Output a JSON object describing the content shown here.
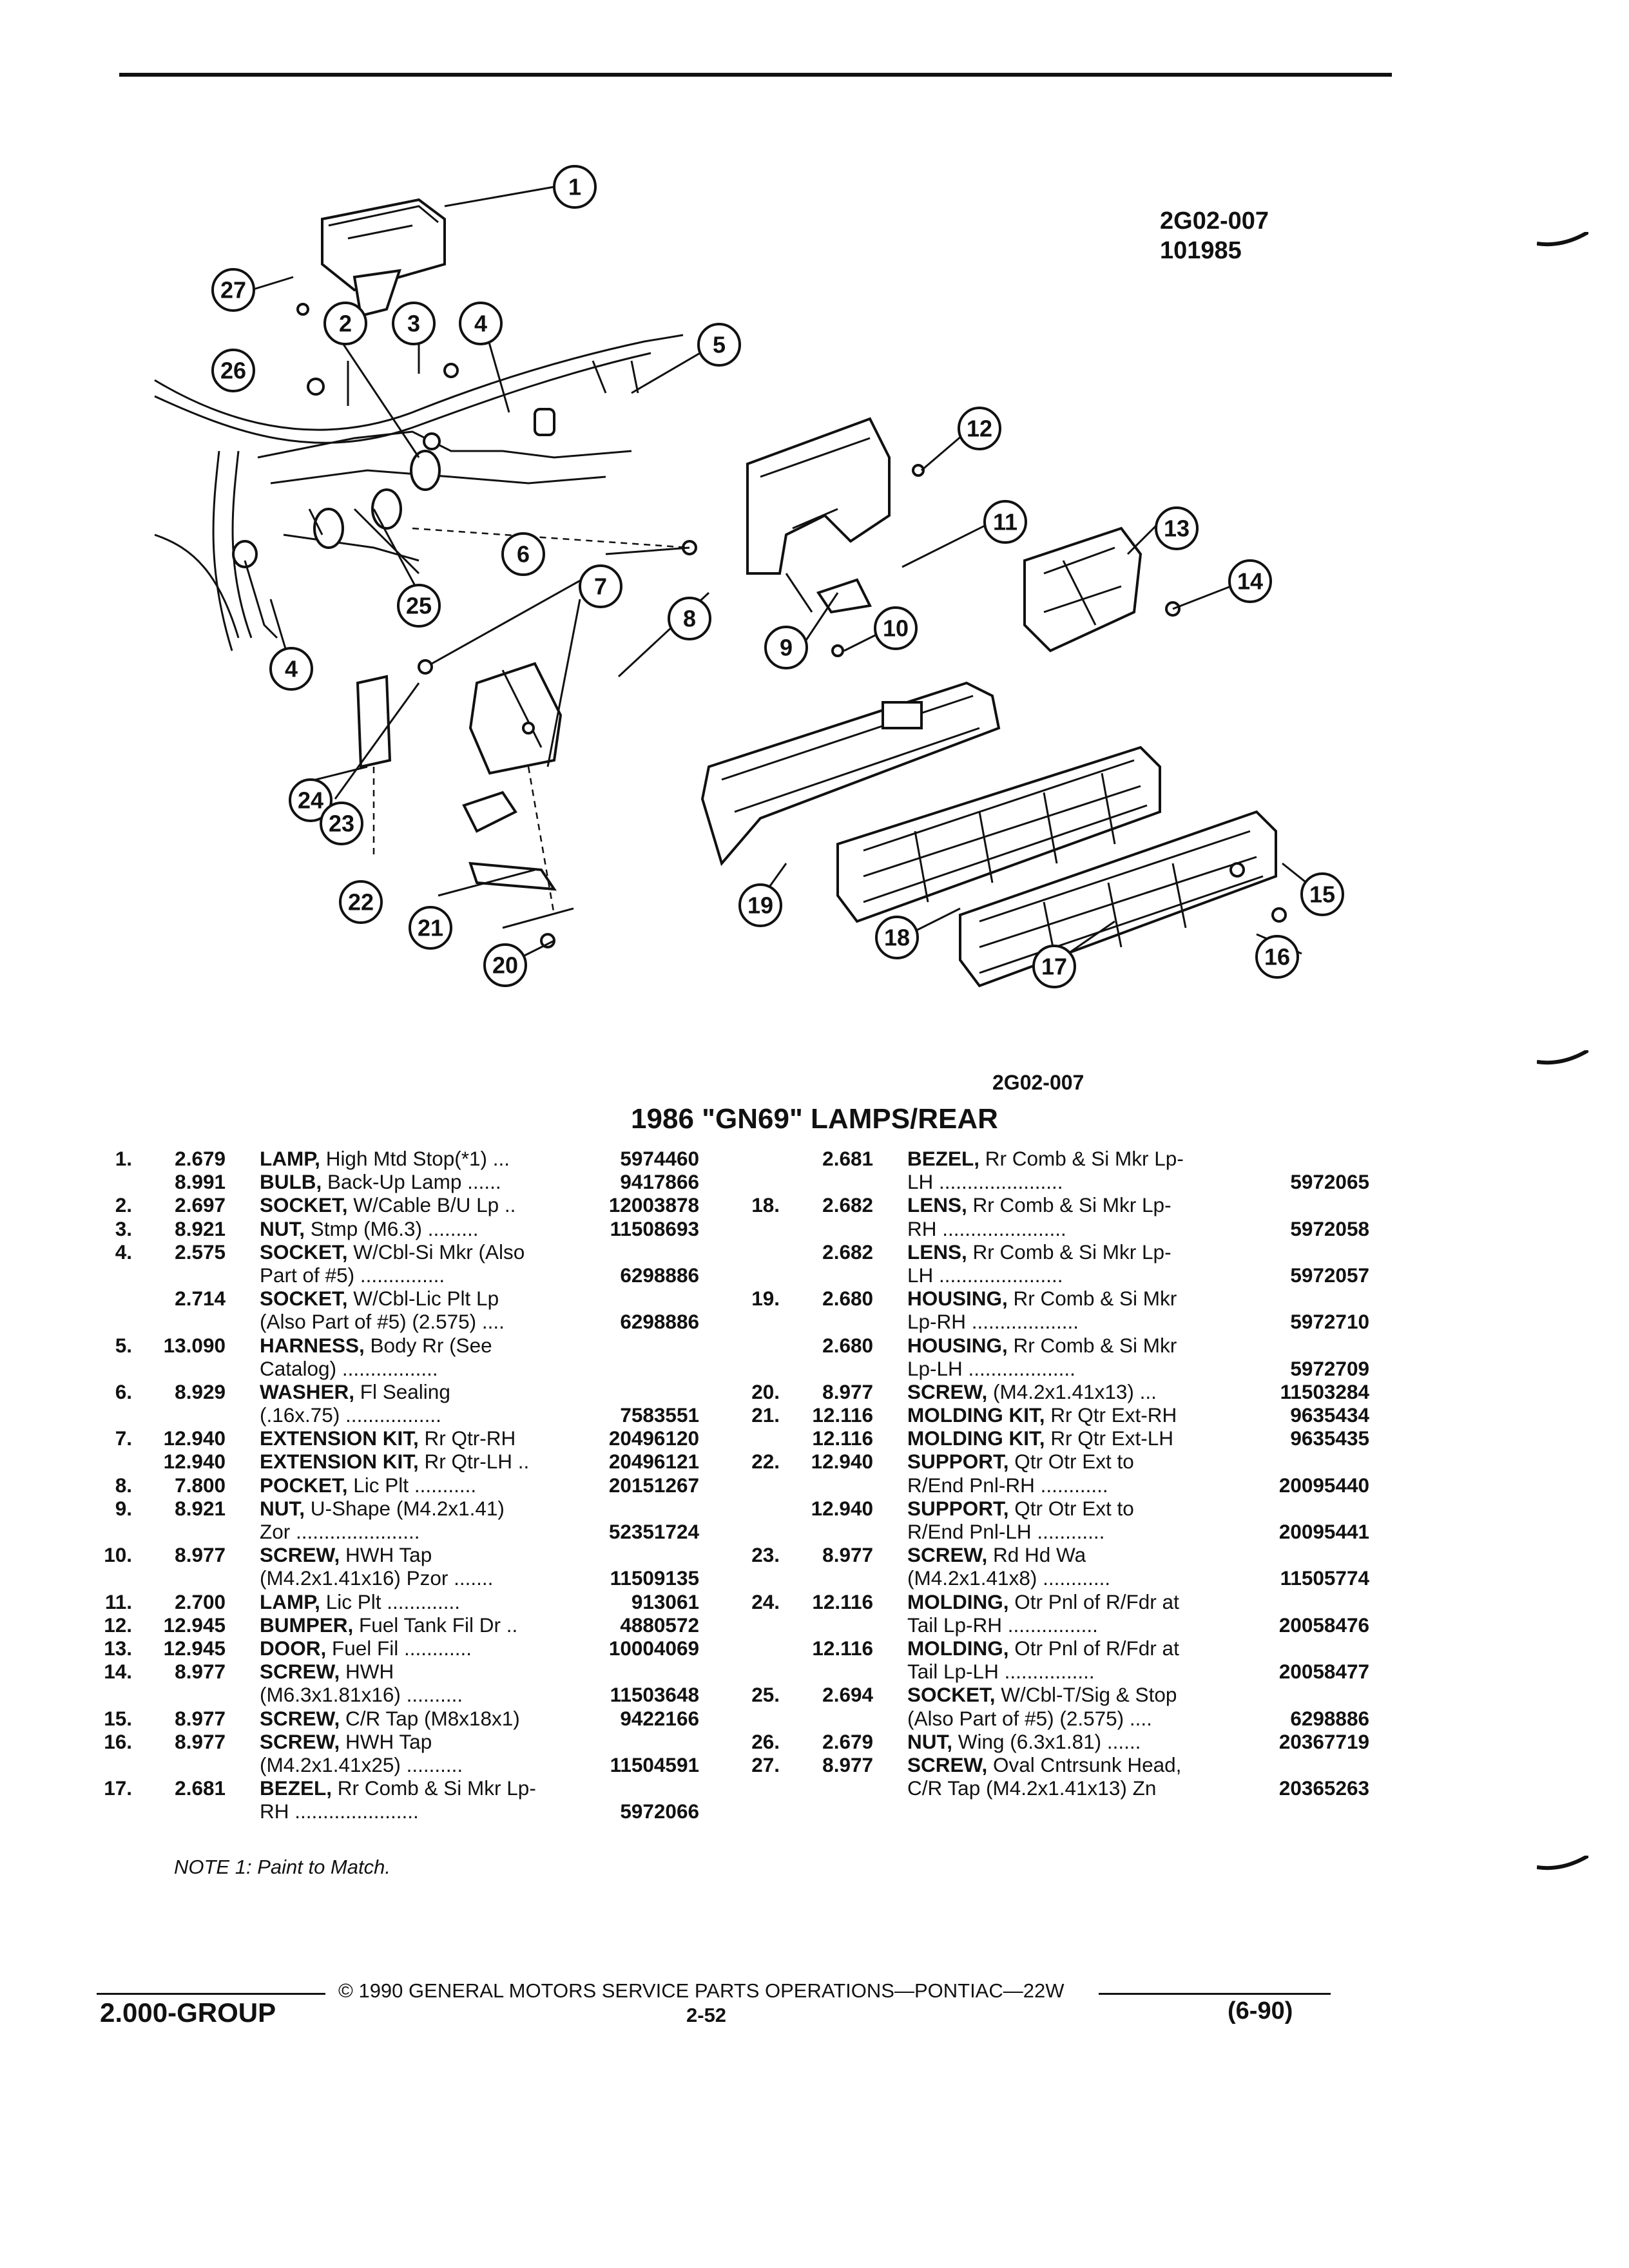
{
  "figure_code": [
    "2G02-007",
    "101985"
  ],
  "figure_caption": "2G02-007",
  "title": "1986 \"GN69\" LAMPS/REAR",
  "callouts": [
    "1",
    "2",
    "3",
    "4",
    "5",
    "6",
    "7",
    "8",
    "9",
    "10",
    "11",
    "12",
    "13",
    "14",
    "15",
    "16",
    "17",
    "18",
    "19",
    "20",
    "21",
    "22",
    "23",
    "24",
    "25",
    "26",
    "27"
  ],
  "left_rows": [
    {
      "num": "1.",
      "grp": "2.679",
      "kw": "LAMP,",
      "txt": " High Mtd Stop(*1) ...",
      "pn": "5974460"
    },
    {
      "num": "",
      "grp": "8.991",
      "kw": "BULB,",
      "txt": " Back-Up Lamp ......",
      "pn": "9417866"
    },
    {
      "num": "2.",
      "grp": "2.697",
      "kw": "SOCKET,",
      "txt": " W/Cable B/U Lp ..",
      "pn": "12003878"
    },
    {
      "num": "3.",
      "grp": "8.921",
      "kw": "NUT,",
      "txt": " Stmp (M6.3) .........",
      "pn": "11508693"
    },
    {
      "num": "4.",
      "grp": "2.575",
      "kw": "SOCKET,",
      "txt": " W/Cbl-Si Mkr (Also",
      "pn": ""
    },
    {
      "num": "",
      "grp": "",
      "kw": "",
      "txt": "Part of #5) ...............",
      "pn": "6298886"
    },
    {
      "num": "",
      "grp": "2.714",
      "kw": "SOCKET,",
      "txt": " W/Cbl-Lic Plt Lp",
      "pn": ""
    },
    {
      "num": "",
      "grp": "",
      "kw": "",
      "txt": "(Also Part of #5) (2.575) ....",
      "pn": "6298886"
    },
    {
      "num": "5.",
      "grp": "13.090",
      "kw": "HARNESS,",
      "txt": " Body Rr (See",
      "pn": ""
    },
    {
      "num": "",
      "grp": "",
      "kw": "",
      "txt": "Catalog) .................",
      "pn": ""
    },
    {
      "num": "6.",
      "grp": "8.929",
      "kw": "WASHER,",
      "txt": " Fl Sealing",
      "pn": ""
    },
    {
      "num": "",
      "grp": "",
      "kw": "",
      "txt": "(.16x.75) .................",
      "pn": "7583551"
    },
    {
      "num": "7.",
      "grp": "12.940",
      "kw": "EXTENSION KIT,",
      "txt": " Rr Qtr-RH",
      "pn": "20496120"
    },
    {
      "num": "",
      "grp": "12.940",
      "kw": "EXTENSION KIT,",
      "txt": " Rr Qtr-LH ..",
      "pn": "20496121"
    },
    {
      "num": "8.",
      "grp": "7.800",
      "kw": "POCKET,",
      "txt": " Lic Plt ...........",
      "pn": "20151267"
    },
    {
      "num": "9.",
      "grp": "8.921",
      "kw": "NUT,",
      "txt": " U-Shape (M4.2x1.41)",
      "pn": ""
    },
    {
      "num": "",
      "grp": "",
      "kw": "",
      "txt": "Zor ......................",
      "pn": "52351724"
    },
    {
      "num": "10.",
      "grp": "8.977",
      "kw": "SCREW,",
      "txt": " HWH Tap",
      "pn": ""
    },
    {
      "num": "",
      "grp": "",
      "kw": "",
      "txt": "(M4.2x1.41x16) Pzor .......",
      "pn": "11509135"
    },
    {
      "num": "11.",
      "grp": "2.700",
      "kw": "LAMP,",
      "txt": " Lic Plt .............",
      "pn": "913061"
    },
    {
      "num": "12.",
      "grp": "12.945",
      "kw": "BUMPER,",
      "txt": " Fuel Tank Fil Dr ..",
      "pn": "4880572"
    },
    {
      "num": "13.",
      "grp": "12.945",
      "kw": "DOOR,",
      "txt": " Fuel Fil ............",
      "pn": "10004069"
    },
    {
      "num": "14.",
      "grp": "8.977",
      "kw": "SCREW,",
      "txt": " HWH",
      "pn": ""
    },
    {
      "num": "",
      "grp": "",
      "kw": "",
      "txt": "(M6.3x1.81x16) ..........",
      "pn": "11503648"
    },
    {
      "num": "15.",
      "grp": "8.977",
      "kw": "SCREW,",
      "txt": " C/R Tap (M8x18x1)",
      "pn": "9422166"
    },
    {
      "num": "16.",
      "grp": "8.977",
      "kw": "SCREW,",
      "txt": " HWH Tap",
      "pn": ""
    },
    {
      "num": "",
      "grp": "",
      "kw": "",
      "txt": "(M4.2x1.41x25) ..........",
      "pn": "11504591"
    },
    {
      "num": "17.",
      "grp": "2.681",
      "kw": "BEZEL,",
      "txt": " Rr Comb & Si Mkr Lp-",
      "pn": ""
    },
    {
      "num": "",
      "grp": "",
      "kw": "",
      "txt": "RH ......................",
      "pn": "5972066"
    }
  ],
  "right_rows": [
    {
      "num": "",
      "grp": "2.681",
      "kw": "BEZEL,",
      "txt": " Rr Comb & Si Mkr Lp-",
      "pn": ""
    },
    {
      "num": "",
      "grp": "",
      "kw": "",
      "txt": "LH ......................",
      "pn": "5972065"
    },
    {
      "num": "18.",
      "grp": "2.682",
      "kw": "LENS,",
      "txt": " Rr Comb & Si Mkr Lp-",
      "pn": ""
    },
    {
      "num": "",
      "grp": "",
      "kw": "",
      "txt": "RH ......................",
      "pn": "5972058"
    },
    {
      "num": "",
      "grp": "2.682",
      "kw": "LENS,",
      "txt": " Rr Comb & Si Mkr Lp-",
      "pn": ""
    },
    {
      "num": "",
      "grp": "",
      "kw": "",
      "txt": "LH ......................",
      "pn": "5972057"
    },
    {
      "num": "19.",
      "grp": "2.680",
      "kw": "HOUSING,",
      "txt": " Rr Comb & Si Mkr",
      "pn": ""
    },
    {
      "num": "",
      "grp": "",
      "kw": "",
      "txt": "Lp-RH ...................",
      "pn": "5972710"
    },
    {
      "num": "",
      "grp": "2.680",
      "kw": "HOUSING,",
      "txt": " Rr Comb & Si Mkr",
      "pn": ""
    },
    {
      "num": "",
      "grp": "",
      "kw": "",
      "txt": "Lp-LH ...................",
      "pn": "5972709"
    },
    {
      "num": "20.",
      "grp": "8.977",
      "kw": "SCREW,",
      "txt": " (M4.2x1.41x13) ...",
      "pn": "11503284"
    },
    {
      "num": "21.",
      "grp": "12.116",
      "kw": "MOLDING KIT,",
      "txt": " Rr Qtr Ext-RH",
      "pn": "9635434"
    },
    {
      "num": "",
      "grp": "12.116",
      "kw": "MOLDING KIT,",
      "txt": " Rr Qtr Ext-LH",
      "pn": "9635435"
    },
    {
      "num": "22.",
      "grp": "12.940",
      "kw": "SUPPORT,",
      "txt": " Qtr Otr Ext to",
      "pn": ""
    },
    {
      "num": "",
      "grp": "",
      "kw": "",
      "txt": "R/End Pnl-RH ............",
      "pn": "20095440"
    },
    {
      "num": "",
      "grp": "12.940",
      "kw": "SUPPORT,",
      "txt": " Qtr Otr Ext to",
      "pn": ""
    },
    {
      "num": "",
      "grp": "",
      "kw": "",
      "txt": "R/End Pnl-LH ............",
      "pn": "20095441"
    },
    {
      "num": "23.",
      "grp": "8.977",
      "kw": "SCREW,",
      "txt": " Rd Hd Wa",
      "pn": ""
    },
    {
      "num": "",
      "grp": "",
      "kw": "",
      "txt": "(M4.2x1.41x8) ............",
      "pn": "11505774"
    },
    {
      "num": "24.",
      "grp": "12.116",
      "kw": "MOLDING,",
      "txt": " Otr Pnl of R/Fdr at",
      "pn": ""
    },
    {
      "num": "",
      "grp": "",
      "kw": "",
      "txt": "Tail Lp-RH ................",
      "pn": "20058476"
    },
    {
      "num": "",
      "grp": "12.116",
      "kw": "MOLDING,",
      "txt": " Otr Pnl of R/Fdr at",
      "pn": ""
    },
    {
      "num": "",
      "grp": "",
      "kw": "",
      "txt": "Tail Lp-LH ................",
      "pn": "20058477"
    },
    {
      "num": "25.",
      "grp": "2.694",
      "kw": "SOCKET,",
      "txt": " W/Cbl-T/Sig & Stop",
      "pn": ""
    },
    {
      "num": "",
      "grp": "",
      "kw": "",
      "txt": "(Also Part of #5) (2.575) ....",
      "pn": "6298886"
    },
    {
      "num": "26.",
      "grp": "2.679",
      "kw": "NUT,",
      "txt": " Wing (6.3x1.81) ......",
      "pn": "20367719"
    },
    {
      "num": "27.",
      "grp": "8.977",
      "kw": "SCREW,",
      "txt": " Oval Cntrsunk Head,",
      "pn": ""
    },
    {
      "num": "",
      "grp": "",
      "kw": "",
      "txt": "C/R Tap (M4.2x1.41x13) Zn",
      "pn": "20365263"
    }
  ],
  "note": "NOTE 1: Paint to Match.",
  "footer": {
    "copyright": "© 1990 GENERAL MOTORS SERVICE PARTS OPERATIONS—PONTIAC—22W",
    "group": "2.000-GROUP",
    "page": "2-52",
    "date": "(6-90)"
  }
}
